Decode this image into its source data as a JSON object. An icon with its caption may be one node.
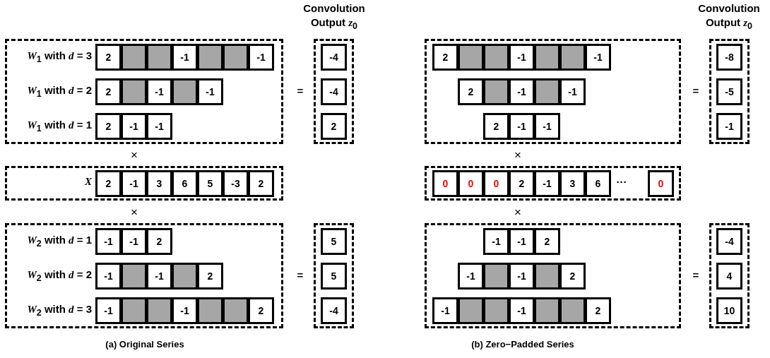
{
  "diagram": {
    "nodes": [
      {
        "text": [],
        "shape": "box"
      },
      {
        "text": [
          "2"
        ],
        "in": 0
      },
      {
        "text": [],
        "shape": "box",
        "in": 0
      },
      {
        "text": [],
        "shape": "box",
        "in": 0
      },
      {
        "text": [
          "-1"
        ],
        "in": 0
      },
      {
        "text": [],
        "shape": "box",
        "in": 0
      },
      {
        "text": [],
        "shape": "box",
        "in": 0
      },
      {
        "text": [
          "-1"
        ],
        "in": 0
      },
      {
        "text": [
          "2"
        ],
        "in": 0
      },
      {
        "text": [],
        "shape": "box",
        "in": 0
      },
      {
        "text": [
          "-1"
        ],
        "in": 0
      },
      {
        "text": [],
        "shape": "box",
        "in": 0
      },
      {
        "text": [
          "-1"
        ],
        "in": 0
      },
      {
        "text": [
          "2"
        ],
        "in": 0
      },
      {
        "text": [
          "-1"
        ],
        "in": 0
      },
      {
        "text": [
          "-1"
        ],
        "in": 0
      },
      {
        "text": [],
        "shape": "box"
      },
      {
        "text": [
          "-4"
        ],
        "in": 16
      },
      {
        "text": [
          "-4"
        ],
        "in": 16
      },
      {
        "text": [
          "2"
        ],
        "in": 16
      },
      {
        "text": [],
        "shape": "box"
      },
      {
        "text": [
          "2"
        ],
        "in": 20
      },
      {
        "text": [
          "-1"
        ],
        "in": 20
      },
      {
        "text": [
          "3"
        ],
        "in": 20
      },
      {
        "text": [
          "6"
        ],
        "in": 20
      },
      {
        "text": [
          "5"
        ],
        "in": 20
      },
      {
        "text": [
          "-3"
        ],
        "in": 20
      },
      {
        "text": [
          "2"
        ],
        "in": 20
      },
      {
        "text": [],
        "shape": "box"
      },
      {
        "text": [
          "-1"
        ],
        "in": 28
      },
      {
        "text": [
          "-1"
        ],
        "in": 28
      },
      {
        "text": [
          "2"
        ],
        "in": 28
      },
      {
        "text": [
          "-1"
        ],
        "in": 28
      },
      {
        "text": [],
        "shape": "box",
        "in": 28
      },
      {
        "text": [
          "-1"
        ],
        "in": 28
      },
      {
        "text": [],
        "shape": "box",
        "in": 28
      },
      {
        "text": [
          "2"
        ],
        "in": 28
      },
      {
        "text": [
          "-1"
        ],
        "in": 28
      },
      {
        "text": [],
        "shape": "box",
        "in": 28
      },
      {
        "text": [],
        "shape": "box",
        "in": 28
      },
      {
        "text": [
          "-1"
        ],
        "in": 28
      },
      {
        "text": [],
        "shape": "box",
        "in": 28
      },
      {
        "text": [],
        "shape": "box",
        "in": 28
      },
      {
        "text": [
          "2"
        ],
        "in": 28
      },
      {
        "text": [],
        "shape": "box"
      },
      {
        "text": [
          "5"
        ],
        "in": 44
      },
      {
        "text": [
          "5"
        ],
        "in": 44
      },
      {
        "text": [
          "-4"
        ],
        "in": 44
      },
      {
        "text": [],
        "shape": "box"
      },
      {
        "text": [
          "2"
        ],
        "in": 48
      },
      {
        "text": [],
        "shape": "box",
        "in": 48
      },
      {
        "text": [],
        "shape": "box",
        "in": 48
      },
      {
        "text": [
          "-1"
        ],
        "in": 48
      },
      {
        "text": [],
        "shape": "box",
        "in": 48
      },
      {
        "text": [],
        "shape": "box",
        "in": 48
      },
      {
        "text": [
          "-1"
        ],
        "in": 48
      },
      {
        "text": [
          "2"
        ],
        "in": 48
      },
      {
        "text": [],
        "shape": "box",
        "in": 48
      },
      {
        "text": [
          "-1"
        ],
        "in": 48
      },
      {
        "text": [],
        "shape": "box",
        "in": 48
      },
      {
        "text": [
          "-1"
        ],
        "in": 48
      },
      {
        "text": [
          "2"
        ],
        "in": 48
      },
      {
        "text": [
          "-1"
        ],
        "in": 48
      },
      {
        "text": [
          "-1"
        ],
        "in": 48
      },
      {
        "text": [],
        "shape": "box"
      },
      {
        "text": [
          "-8"
        ],
        "in": 64
      },
      {
        "text": [
          "-5"
        ],
        "in": 64
      },
      {
        "text": [
          "-1"
        ],
        "in": 64
      },
      {
        "text": [],
        "shape": "box"
      },
      {
        "text": [
          "0"
        ],
        "in": 68
      },
      {
        "text": [
          "0"
        ],
        "in": 68
      },
      {
        "text": [
          "0"
        ],
        "in": 68
      },
      {
        "text": [
          "2"
        ],
        "in": 68
      },
      {
        "text": [
          "-1"
        ],
        "in": 68
      },
      {
        "text": [
          "3"
        ],
        "in": 68
      },
      {
        "text": [
          "6"
        ],
        "in": 68
      },
      {
        "text": [
          "0"
        ],
        "in": 68
      },
      {
        "text": [],
        "shape": "box"
      },
      {
        "text": [
          "-1"
        ],
        "in": 77
      },
      {
        "text": [
          "-1"
        ],
        "in": 77
      },
      {
        "text": [
          "2"
        ],
        "in": 77
      },
      {
        "text": [
          "-1"
        ],
        "in": 77
      },
      {
        "text": [],
        "shape": "box",
        "in": 77
      },
      {
        "text": [
          "-1"
        ],
        "in": 77
      },
      {
        "text": [],
        "shape": "box",
        "in": 77
      },
      {
        "text": [
          "2"
        ],
        "in": 77
      },
      {
        "text": [
          "-1"
        ],
        "in": 77
      },
      {
        "text": [],
        "shape": "box",
        "in": 77
      },
      {
        "text": [],
        "shape": "box",
        "in": 77
      },
      {
        "text": [
          "-1"
        ],
        "in": 77
      },
      {
        "text": [],
        "shape": "box",
        "in": 77
      },
      {
        "text": [],
        "shape": "box",
        "in": 77
      },
      {
        "text": [
          "2"
        ],
        "in": 77
      },
      {
        "text": [],
        "shape": "box"
      },
      {
        "text": [
          "-4"
        ],
        "in": 93
      },
      {
        "text": [
          "4"
        ],
        "in": 93
      },
      {
        "text": [
          "10"
        ],
        "in": 93
      }
    ],
    "labels": [
      "Convolution Output *z*$_{0}$",
      "Convolution Output *z*$_{0}$",
      "*W*$_{1}$ with *d* = 3",
      "*W*$_{1}$ with *d* = 2",
      "*W*$_{1}$ with *d* = 1",
      "=",
      "=",
      "×",
      "×",
      "X",
      "···",
      "×",
      "×",
      "*W*$_{2}$ with *d* = 1",
      "*W*$_{2}$ with *d* = 2",
      "*W*$_{2}$ with *d* = 3",
      "=",
      "=",
      "(a) Original Series",
      "(b) Zero−Padded Series"
    ]
  }
}
